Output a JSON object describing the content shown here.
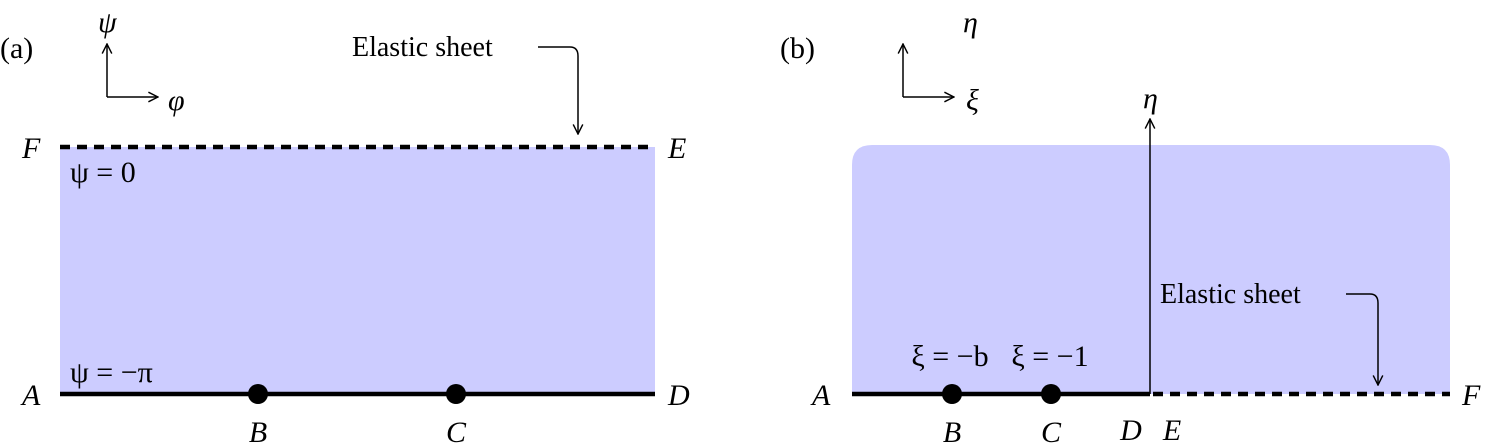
{
  "colors": {
    "fluid": "#ccccff",
    "line": "#000000"
  },
  "panel_a": {
    "tag": "(a)",
    "axis_up": "ψ",
    "axis_right": "φ",
    "annotation": "Elastic sheet",
    "top_left": "F",
    "top_right": "E",
    "top_condition": "ψ = 0",
    "bottom_condition": "ψ = −π",
    "bottom_left": "A",
    "bottom_right": "D",
    "point_b": "B",
    "point_c": "C"
  },
  "panel_b": {
    "tag": "(b)",
    "axis_up": "η",
    "axis_right": "ξ",
    "vertical_axis": "η",
    "annotation": "Elastic sheet",
    "point_b_condition": "ξ = −b",
    "point_c_condition": "ξ = −1",
    "left": "A",
    "right": "F",
    "point_b": "B",
    "point_c": "C",
    "point_d": "D",
    "point_e": "E"
  }
}
